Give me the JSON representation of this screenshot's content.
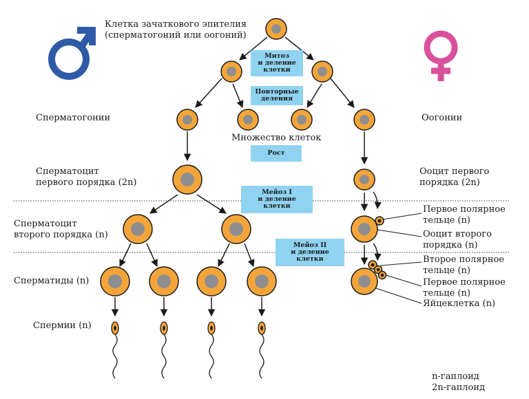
{
  "colors": {
    "cell_fill": "#F4A53A",
    "cell_stroke": "#1a1a1a",
    "nucleus": "#8E8E8E",
    "box_fill": "#8FD3F0",
    "male_symbol": "#2E5AA7",
    "female_symbol": "#D9519A",
    "text": "#1A1A1A"
  },
  "icons": {
    "male": "male-symbol-icon",
    "female": "female-symbol-icon"
  },
  "labels": {
    "top_cell_l1": "Клетка зачаткового эпителия",
    "top_cell_l2": "(сперматогоний или оогоний)",
    "spermatogonia": "Сперматогонии",
    "oogonia": "Оогонии",
    "many_cells": "Множество клеток",
    "primary_spermatocyte_l1": "Сперматоцит",
    "primary_spermatocyte_l2": "первого порядка (2n)",
    "primary_oocyte_l1": "Ооцит первого",
    "primary_oocyte_l2": "порядка (2n)",
    "secondary_spermatocyte_l1": "Сперматоцит",
    "secondary_spermatocyte_l2": "второго порядка (n)",
    "first_polar_body_l1": "Первое полярное",
    "first_polar_body_l2": "тельце (n)",
    "secondary_oocyte_l1": "Ооцит второго",
    "secondary_oocyte_l2": "порядка (n)",
    "spermatids": "Сперматиды (n)",
    "second_polar_body_l1": "Второе полярное",
    "second_polar_body_l2": "тельце (n)",
    "first_polar_body2_l1": "Первое полярное",
    "first_polar_body2_l2": "тельце (n)",
    "egg": "Яйцеклетка (n)",
    "sperm": "Спермии (n)",
    "legend_haploid": "n-гаплоид",
    "legend_diploid": "2n-гаплоид"
  },
  "boxes": {
    "mitosis_l1": "Митоз",
    "mitosis_l2": "и деление",
    "mitosis_l3": "клетки",
    "repeat_l1": "Повторные",
    "repeat_l2": "деления",
    "growth": "Рост",
    "meiosis1_l1": "Мейоз I",
    "meiosis1_l2": "и деление",
    "meiosis1_l3": "клетки",
    "meiosis2_l1": "Мейоз II",
    "meiosis2_l2": "и деление",
    "meiosis2_l3": "клетки"
  }
}
